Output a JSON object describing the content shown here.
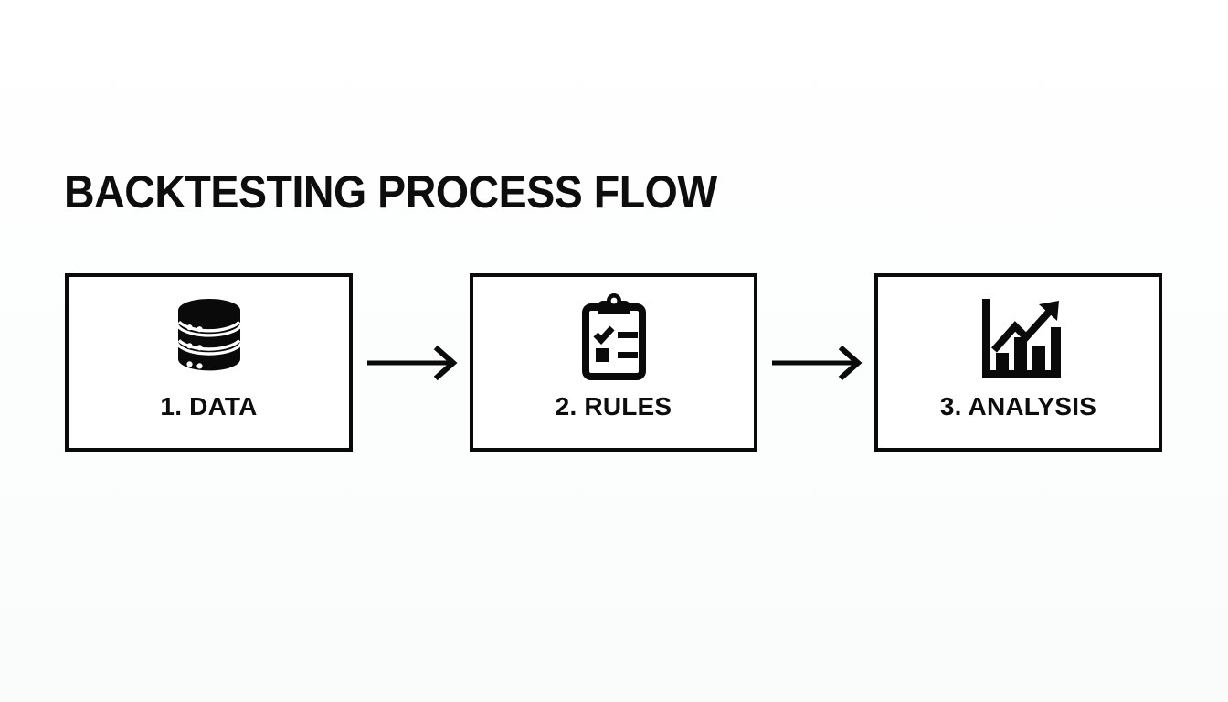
{
  "page": {
    "title": "BACKTESTING PROCESS FLOW",
    "background_color": "#fdfefe",
    "ink_color": "#0a0a0a"
  },
  "flow": {
    "steps": [
      {
        "label": "1. DATA",
        "icon": "database-icon",
        "icon_description": "three stacked cylinder database tiers with indicator dots"
      },
      {
        "label": "2. RULES",
        "icon": "clipboard-checklist-icon",
        "icon_description": "clipboard with checkmark item and filled square item"
      },
      {
        "label": "3. ANALYSIS",
        "icon": "bar-chart-growth-icon",
        "icon_description": "bar chart with rising trend arrow"
      }
    ],
    "connectors": [
      {
        "name": "arrow-step1-to-step2",
        "direction": "right"
      },
      {
        "name": "arrow-step2-to-step3",
        "direction": "right"
      }
    ]
  }
}
